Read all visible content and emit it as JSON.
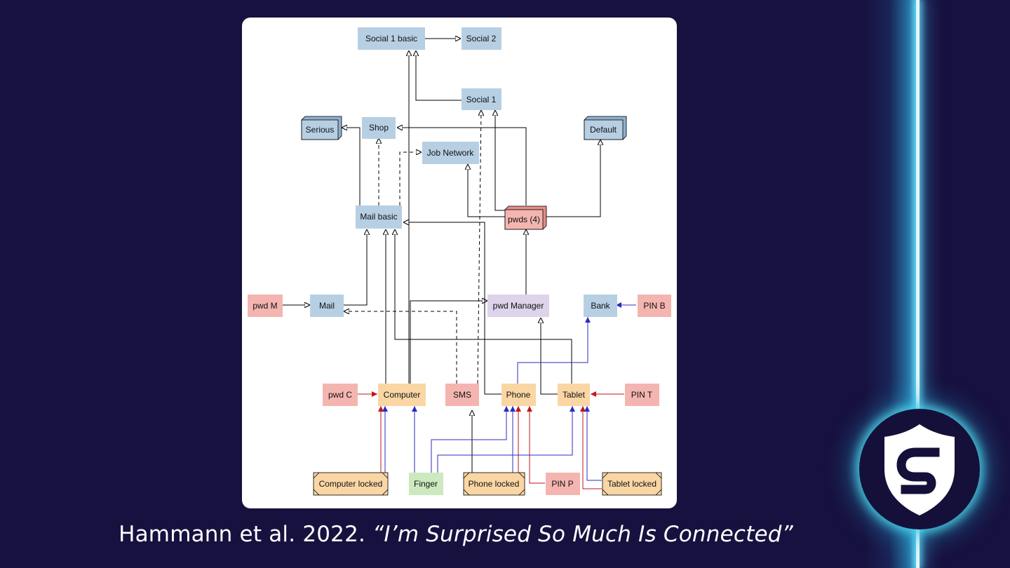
{
  "diagram": {
    "nodes": {
      "social1basic": "Social 1 basic",
      "social2": "Social 2",
      "social1": "Social 1",
      "serious": "Serious",
      "shop": "Shop",
      "default": "Default",
      "jobnetwork": "Job Network",
      "mailbasic": "Mail basic",
      "pwds": "pwds (4)",
      "pwdm": "pwd M",
      "mail": "Mail",
      "pwdmanager": "pwd Manager",
      "bank": "Bank",
      "pinb": "PIN B",
      "pwdc": "pwd C",
      "computer": "Computer",
      "sms": "SMS",
      "phone": "Phone",
      "tablet": "Tablet",
      "pint": "PIN T",
      "computerlocked": "Computer locked",
      "finger": "Finger",
      "phonelocked": "Phone locked",
      "pinp": "PIN P",
      "tabletlocked": "Tablet locked"
    },
    "colors": {
      "account": "#b7cfe3",
      "password": "#f4b5b1",
      "device": "#f9d6a4",
      "manager": "#ddd3ea",
      "biometric": "#cdeabf",
      "edge_default": "#000000",
      "edge_red": "#c0161e",
      "edge_blue": "#2b2bc2"
    }
  },
  "logo": {
    "icon": "shield-s-logo-icon"
  },
  "caption": {
    "citation": "Hammann et al. 2022. ",
    "title": "“I’m Surprised So Much Is Connected”"
  }
}
